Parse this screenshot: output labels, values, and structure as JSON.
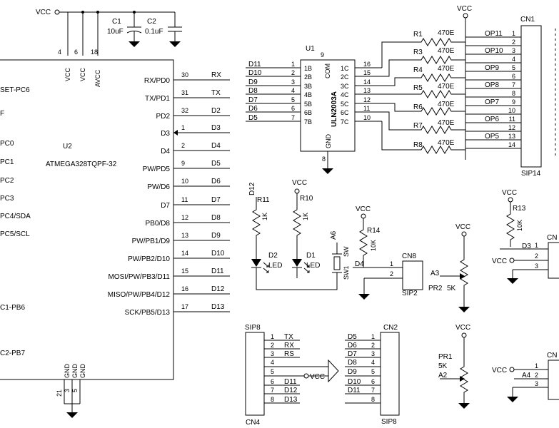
{
  "power": {
    "vcc": "VCC",
    "gnd": "GND"
  },
  "caps": {
    "c1_ref": "C1",
    "c1_val": "10uF",
    "c2_ref": "C2",
    "c2_val": "0.1uF"
  },
  "u2": {
    "ref": "U2",
    "part": "ATMEGA328TQPF-32",
    "top_pins": [
      {
        "num": "4",
        "name": "VCC"
      },
      {
        "num": "6",
        "name": "VCC"
      },
      {
        "num": "18",
        "name": "AVCC"
      }
    ],
    "bottom_pins": [
      {
        "num": "21",
        "name": "GND"
      },
      {
        "num": "3",
        "name": "GND"
      },
      {
        "num": "5",
        "name": "GND"
      }
    ],
    "left_labels": [
      "SET-PC6",
      "F",
      "PC0",
      "PC1",
      "PC2",
      "PC3",
      "PC4/SDA",
      "PC5/SCL",
      "C1-PB6",
      "C2-PB7"
    ],
    "right_pins": [
      {
        "num": "30",
        "name": "RX/PD0",
        "net": "RX"
      },
      {
        "num": "31",
        "name": "TX/PD1",
        "net": "TX"
      },
      {
        "num": "32",
        "name": "PD2",
        "net": "D2"
      },
      {
        "num": "1",
        "name": "D3",
        "net": "D3"
      },
      {
        "num": "2",
        "name": "D4",
        "net": "D4"
      },
      {
        "num": "9",
        "name": "PW/PD5",
        "net": "D5"
      },
      {
        "num": "10",
        "name": "PW/D6",
        "net": "D6"
      },
      {
        "num": "11",
        "name": "D7",
        "net": "D7"
      },
      {
        "num": "12",
        "name": "PB0/D8",
        "net": "D8"
      },
      {
        "num": "13",
        "name": "PW/PB1/D9",
        "net": "D9"
      },
      {
        "num": "14",
        "name": "PW/PB2/D10",
        "net": "D10"
      },
      {
        "num": "15",
        "name": "MOSI/PW/PB3/D11",
        "net": "D11"
      },
      {
        "num": "16",
        "name": "MISO/PW/PB4/D12",
        "net": "D12"
      },
      {
        "num": "17",
        "name": "SCK/PB5/D13",
        "net": "D13"
      }
    ]
  },
  "u1": {
    "ref": "U1",
    "part": "ULN2003A",
    "com_label": "COM",
    "com_pin": "9",
    "gnd_label": "GND",
    "gnd_pin": "8",
    "inputs": [
      {
        "net": "D11",
        "num": "1",
        "name": "1B"
      },
      {
        "net": "D10",
        "num": "2",
        "name": "2B"
      },
      {
        "net": "D9",
        "num": "3",
        "name": "3B"
      },
      {
        "net": "D8",
        "num": "4",
        "name": "4B"
      },
      {
        "net": "D7",
        "num": "5",
        "name": "5B"
      },
      {
        "net": "D6",
        "num": "6",
        "name": "6B"
      },
      {
        "net": "D5",
        "num": "7",
        "name": "7B"
      }
    ],
    "outputs": [
      {
        "name": "1C",
        "num": "16"
      },
      {
        "name": "2C",
        "num": "15"
      },
      {
        "name": "3C",
        "num": "14"
      },
      {
        "name": "4C",
        "num": "13"
      },
      {
        "name": "5C",
        "num": "12"
      },
      {
        "name": "6C",
        "num": "11"
      },
      {
        "name": "7C",
        "num": "10"
      }
    ]
  },
  "resistor_bank": [
    {
      "ref": "R1",
      "val": "470E"
    },
    {
      "ref": "R3",
      "val": "470E"
    },
    {
      "ref": "R4",
      "val": "470E"
    },
    {
      "ref": "R5",
      "val": "470E"
    },
    {
      "ref": "R6",
      "val": "470E"
    },
    {
      "ref": "R7",
      "val": "470E"
    },
    {
      "ref": "R8",
      "val": "470E"
    }
  ],
  "cn1": {
    "ref": "CN1",
    "type": "SIP14",
    "pins": [
      {
        "num": "1",
        "op": "OP11"
      },
      {
        "num": "2",
        "op": ""
      },
      {
        "num": "3",
        "op": "OP10"
      },
      {
        "num": "4",
        "op": ""
      },
      {
        "num": "5",
        "op": "OP9"
      },
      {
        "num": "6",
        "op": ""
      },
      {
        "num": "7",
        "op": "OP8"
      },
      {
        "num": "8",
        "op": ""
      },
      {
        "num": "9",
        "op": "OP7"
      },
      {
        "num": "10",
        "op": ""
      },
      {
        "num": "11",
        "op": "OP6"
      },
      {
        "num": "12",
        "op": ""
      },
      {
        "num": "13",
        "op": "OP5"
      },
      {
        "num": "14",
        "op": ""
      }
    ]
  },
  "leds": {
    "d2_net": "D12",
    "r11_ref": "R11",
    "r11_val": "1K",
    "d2_ref": "D2",
    "d2_type": "LED",
    "r10_ref": "R10",
    "r10_val": "1K",
    "d1_ref": "D1",
    "d1_type": "LED"
  },
  "switch": {
    "net": "A6",
    "ref": "SW",
    "ref2": "SW1",
    "r14_ref": "R14",
    "r14_val": "10K"
  },
  "cn8": {
    "ref": "CN8",
    "type": "SIP2",
    "net": "D4",
    "pin1": "1",
    "pin2": "2"
  },
  "pr2": {
    "ref": "PR2",
    "val": "5K",
    "net": "A3"
  },
  "cn_right_top": {
    "r13_ref": "R13",
    "r13_val": "10K",
    "net": "D3",
    "pin1": "1",
    "pin2": "2",
    "pin3": "3",
    "ref": "CN"
  },
  "pr1": {
    "ref": "PR1",
    "val": "5K",
    "net": "A2"
  },
  "cn_right_bottom": {
    "net": "A4",
    "pin1": "1",
    "pin2": "2",
    "pin3": "3",
    "ref": "CN"
  },
  "cn4": {
    "ref": "CN4",
    "type": "SIP8",
    "pins": [
      {
        "num": "1",
        "net": "TX"
      },
      {
        "num": "2",
        "net": "RX"
      },
      {
        "num": "3",
        "net": "RS"
      },
      {
        "num": "4",
        "net": ""
      },
      {
        "num": "5",
        "net": ""
      },
      {
        "num": "6",
        "net": "D11"
      },
      {
        "num": "7",
        "net": "D12"
      },
      {
        "num": "8",
        "net": "D13"
      }
    ]
  },
  "cn2": {
    "ref": "CN2",
    "type": "SIP8",
    "pins": [
      {
        "num": "1",
        "net": "D5"
      },
      {
        "num": "2",
        "net": "D6"
      },
      {
        "num": "3",
        "net": "D7"
      },
      {
        "num": "4",
        "net": "D8"
      },
      {
        "num": "5",
        "net": "D9"
      },
      {
        "num": "6",
        "net": "D10"
      },
      {
        "num": "7",
        "net": "D11"
      },
      {
        "num": "8",
        "net": ""
      }
    ]
  }
}
